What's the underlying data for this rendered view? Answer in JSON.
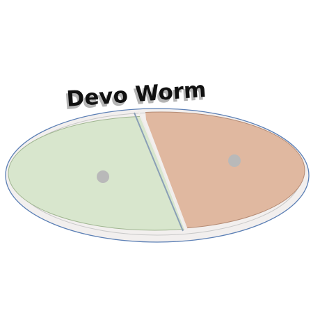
{
  "logo": {
    "text": "Devo Worm",
    "colors": {
      "text": "#111111",
      "text_shadow": "#b5b5b5",
      "outer_rim_fill": "#f2efee",
      "outer_rim_stroke": "#5b7fb5",
      "left_half_fill": "#d8e6cd",
      "right_half_fill": "#e0b8a0",
      "dot": "#b9b9b9"
    },
    "icons": [
      "embryo-left-cell-dot",
      "embryo-right-cell-dot"
    ]
  }
}
